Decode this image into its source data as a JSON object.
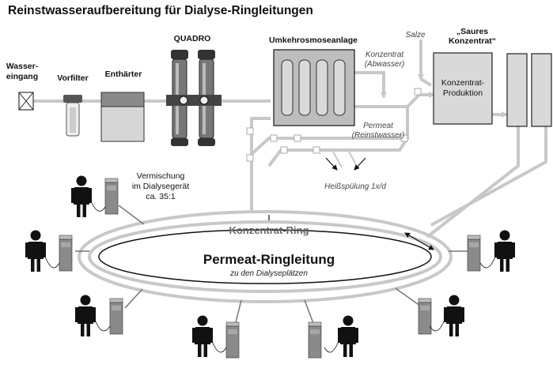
{
  "title": "Reinstwasseraufbereitung für Dialyse-Ringleitungen",
  "labels": {
    "wassereingang_1": "Wasser-",
    "wassereingang_2": "eingang",
    "vorfilter": "Vorfilter",
    "enthaerter": "Enthärter",
    "quadro": "QUADRO",
    "umkehrosmose": "Umkehrosmoseanlage",
    "salze": "Salze",
    "saures_1": "„Saures",
    "saures_2": "Konzentrat“",
    "konzentrat_1": "Konzentrat",
    "konzentrat_2": "(Abwasser)",
    "permeat_1": "Permeat",
    "permeat_2": "(Reinstwasser)",
    "konz_prod_1": "Konzentrat-",
    "konz_prod_2": "Produktion",
    "vermischung_1": "Vermischung",
    "vermischung_2": "im Dialysegerät",
    "vermischung_3": "ca. 35:1",
    "heiss": "Heißspülung 1x/d",
    "konzentrat_ring": "Konzentrat-Ring",
    "permeat_ring": "Permeat-Ringleitung",
    "permeat_ring_sub": "zu den Dialyseplätzen"
  },
  "colors": {
    "pipe": "#c8c8c8",
    "box_fill": "#d9d9d9",
    "box_stroke": "#222222",
    "person": "#111111",
    "machine": "#8a8a8a"
  },
  "icons": {
    "person": "person-icon",
    "machine": "dialysis-machine-icon",
    "valve": "valve-icon"
  }
}
